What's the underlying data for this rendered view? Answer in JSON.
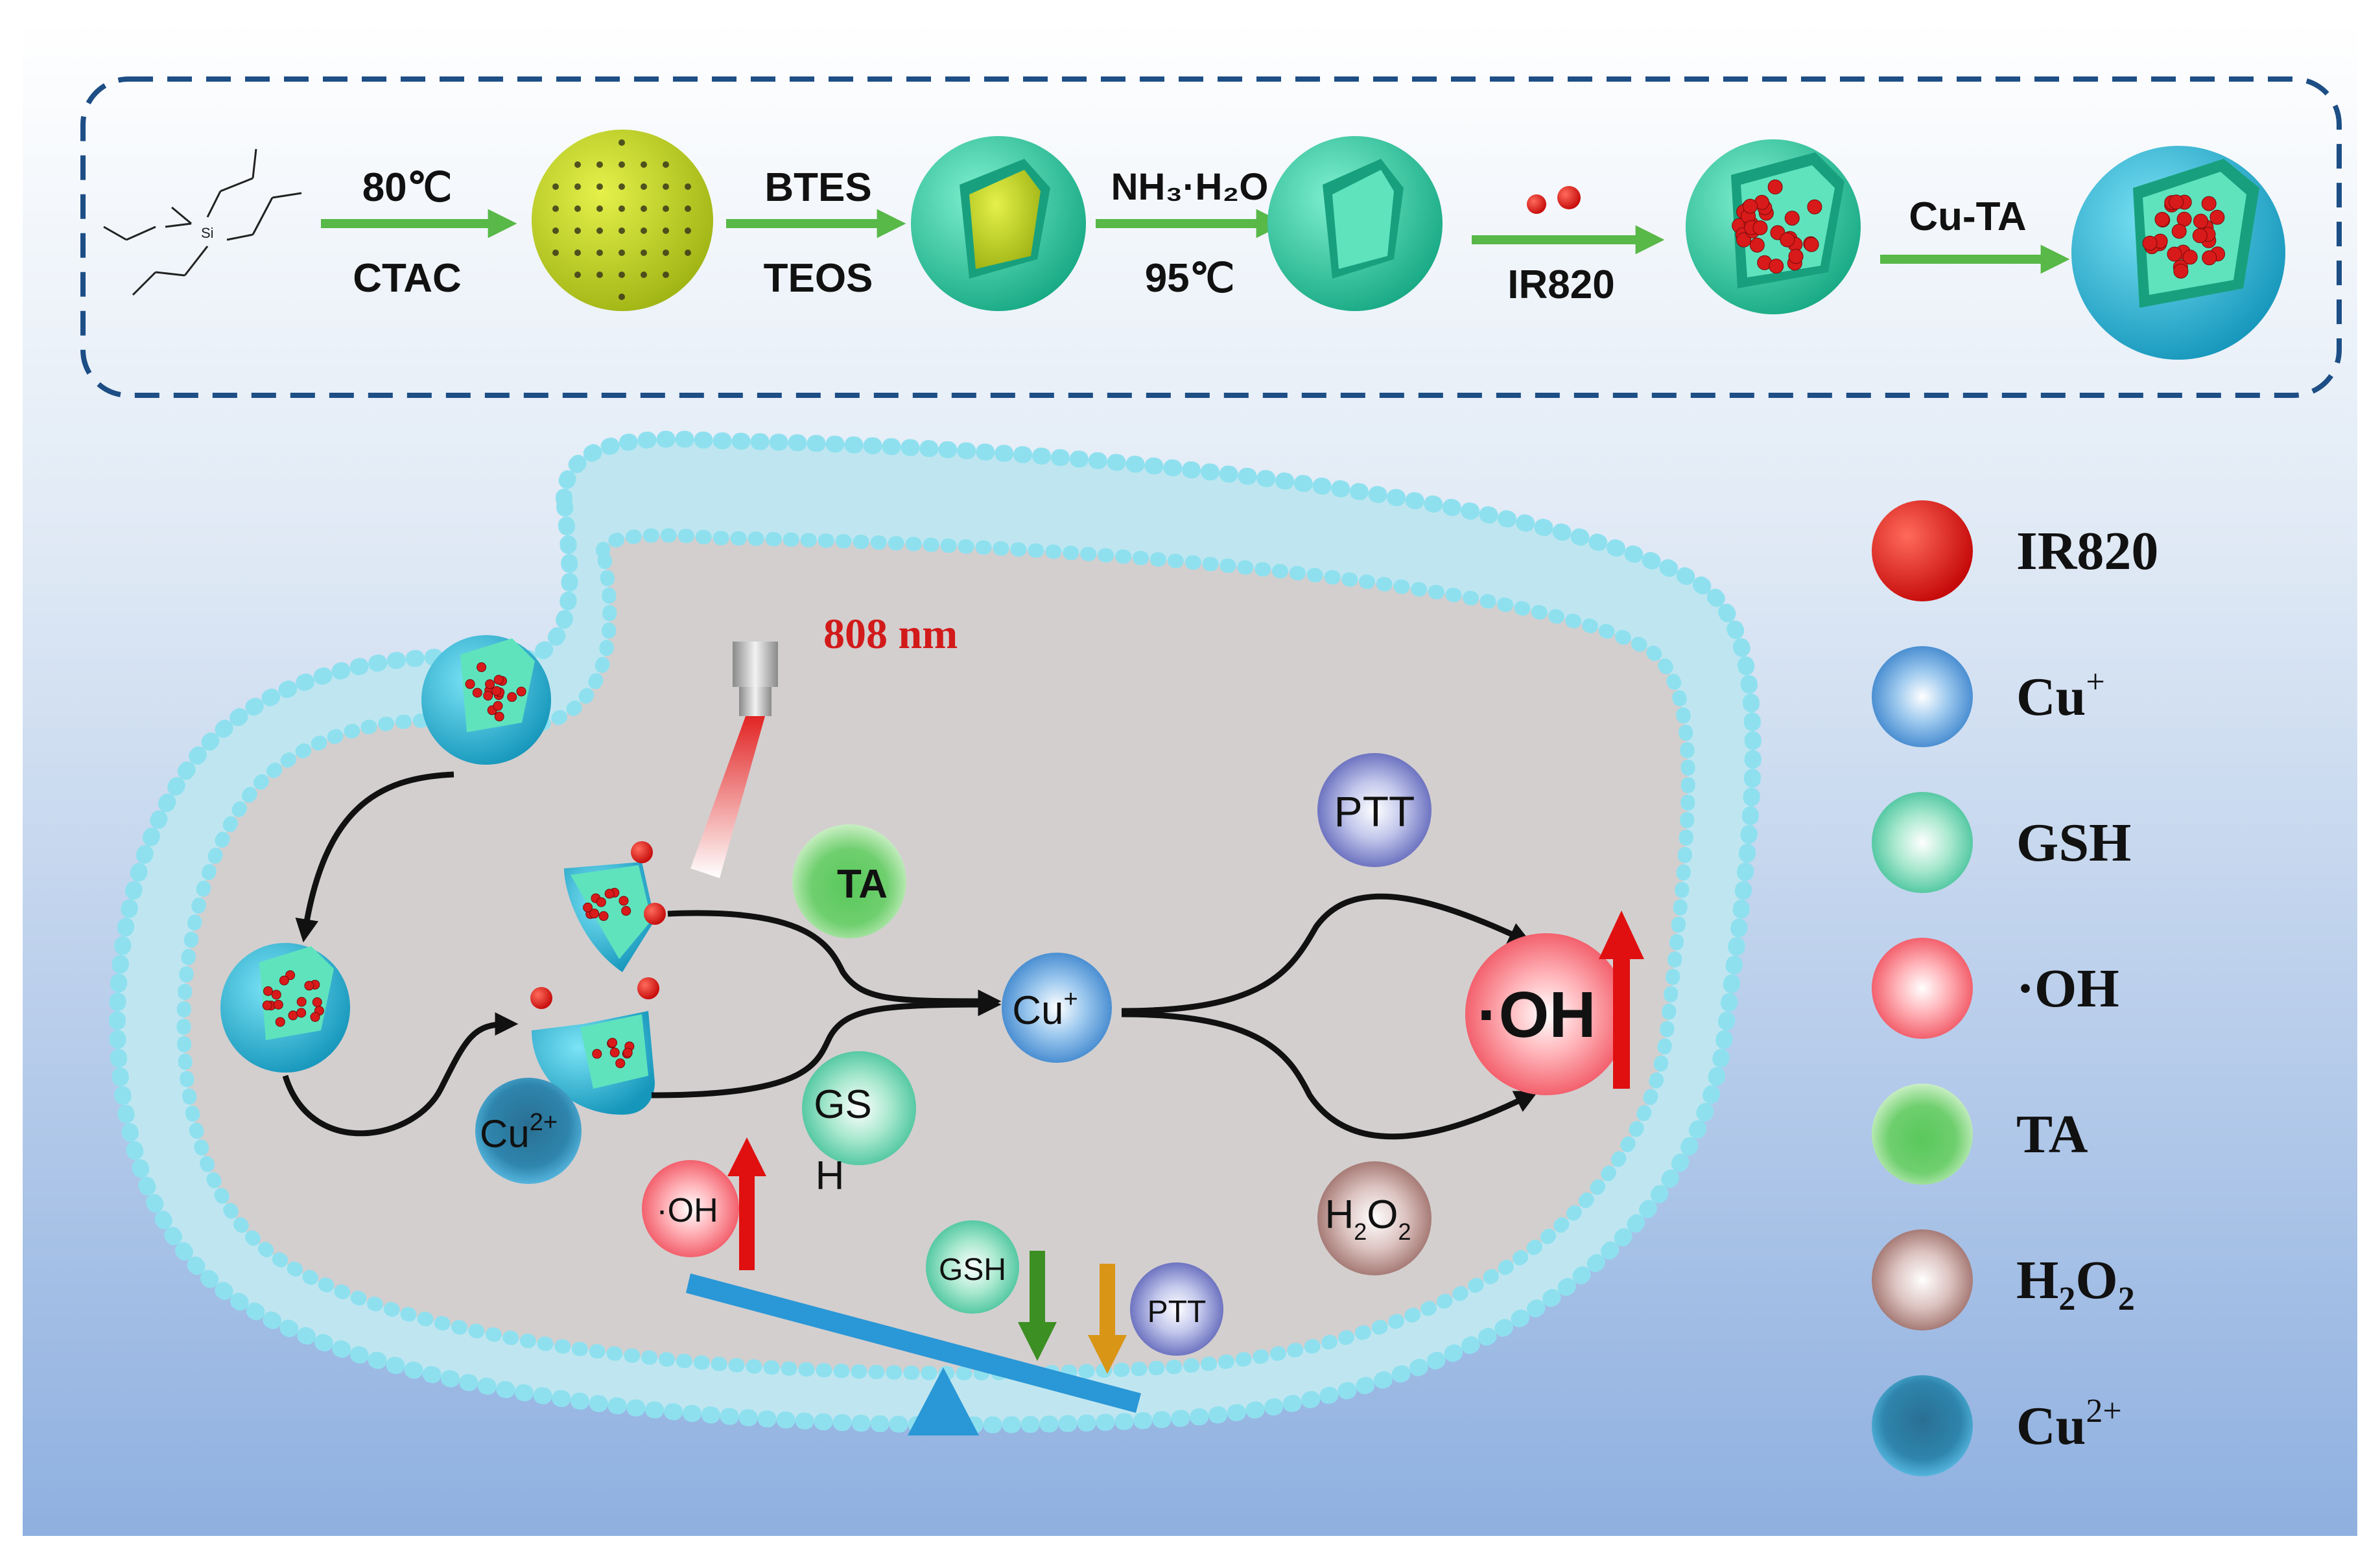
{
  "synthesis": {
    "step1": {
      "top": "80℃",
      "bottom": "CTAC"
    },
    "step2": {
      "top": "BTES",
      "bottom": "TEOS"
    },
    "step3": {
      "top": "NH₃·H₂O",
      "bottom": "95℃"
    },
    "step4": {
      "bottom": "IR820"
    },
    "step5": {
      "top": "Cu-TA"
    },
    "precursor_atom": "Si"
  },
  "cell": {
    "laser_label": "808 nm",
    "cu2_label": "Cu",
    "cu2_charge": "2+",
    "cu_label": "Cu",
    "cu_charge": "+",
    "ta_label": "TA",
    "gsh_label_line1": "GS",
    "gsh_label_line2": "H",
    "ptt_label": "PTT",
    "oh_big_label": "·OH",
    "h2o2_h": "H",
    "h2o2_2a": "2",
    "h2o2_o": "O",
    "h2o2_2b": "2",
    "balance": {
      "oh_label": "·OH",
      "gsh_label": "GSH",
      "ptt_label": "PTT"
    }
  },
  "legend": [
    {
      "name": "IR820",
      "sup": "",
      "sub": "",
      "color": "#e01818"
    },
    {
      "name": "Cu",
      "sup": "+",
      "sub": "",
      "color": "#3f8fd6"
    },
    {
      "name": "GSH",
      "sup": "",
      "sub": "",
      "color": "#5fd0a8"
    },
    {
      "name": "·OH",
      "sup": "",
      "sub": "",
      "color": "#f26a78"
    },
    {
      "name": "TA",
      "sup": "",
      "sub": "",
      "color": "#3cbb46"
    },
    {
      "name": "H",
      "sup": "",
      "sub": "2",
      "tail": "O",
      "tail_sub": "2",
      "color": "#a0746f"
    },
    {
      "name": "Cu",
      "sup": "2+",
      "sub": "",
      "color": "#1f6f94"
    }
  ],
  "colors": {
    "arrow_green": "#58b848",
    "frame_blue": "#1d4e85",
    "cell_gray": "#d3cfcf",
    "membrane": "#8fe0ef",
    "sphere_yellow": "#c9dd22",
    "sphere_teal": "#33d1a8",
    "sphere_cyan": "#2bb7d9",
    "seesaw_blue": "#2a97d6",
    "arrow_red": "#e01010",
    "arrow_green_dark": "#3c8f22",
    "arrow_orange": "#d99516",
    "laser_red": "#e22424"
  }
}
